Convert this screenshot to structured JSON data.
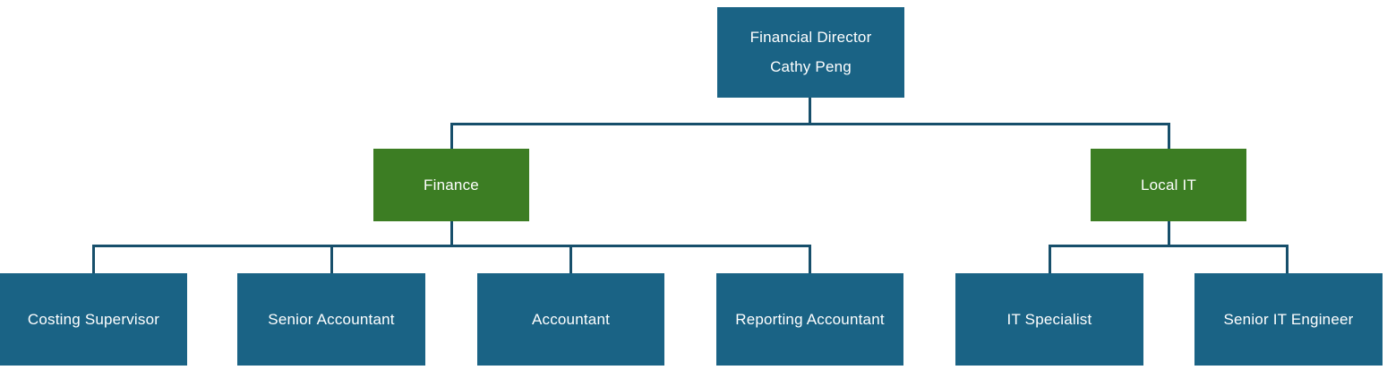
{
  "diagram": {
    "type": "org-chart",
    "root": {
      "title": "Financial Director",
      "name": "Cathy Peng"
    },
    "departments": [
      {
        "label": "Finance"
      },
      {
        "label": "Local IT"
      }
    ],
    "leaves": [
      {
        "label": "Costing Supervisor",
        "parent": "Finance"
      },
      {
        "label": "Senior Accountant",
        "parent": "Finance"
      },
      {
        "label": "Accountant",
        "parent": "Finance"
      },
      {
        "label": "Reporting Accountant",
        "parent": "Finance"
      },
      {
        "label": "IT Specialist",
        "parent": "Local IT"
      },
      {
        "label": "Senior IT Engineer",
        "parent": "Local IT"
      }
    ],
    "colors": {
      "role_fill": "#1A6385",
      "department_fill": "#3C7D23",
      "connector": "#174F6B",
      "text": "#FFFFFF",
      "background": "#FFFFFF"
    }
  }
}
